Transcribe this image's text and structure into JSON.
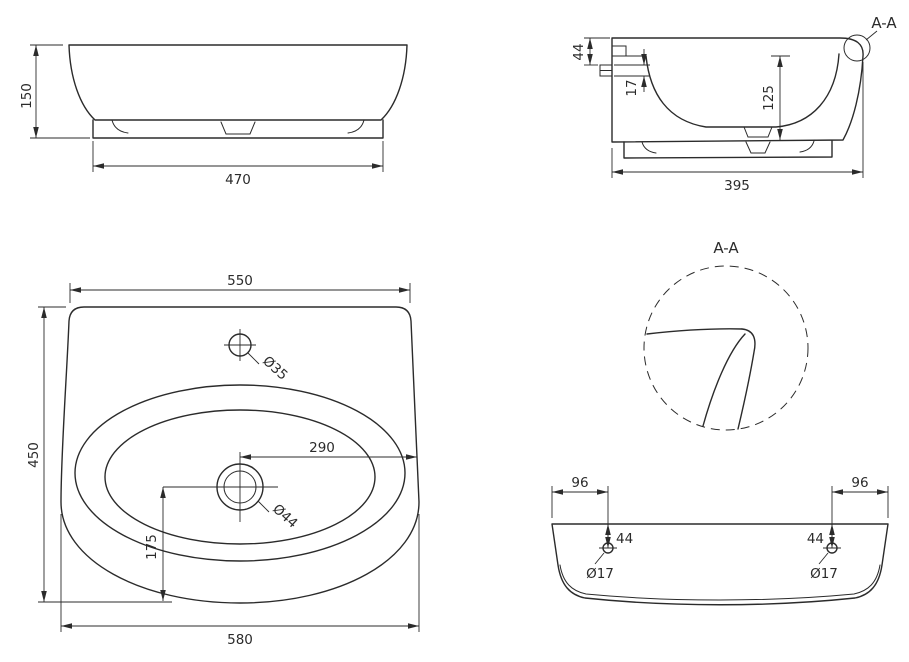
{
  "style": {
    "line_color": "#2b2b2b",
    "background": "#ffffff"
  },
  "front_view": {
    "dim_height": "150",
    "dim_base_width": "470"
  },
  "side_view": {
    "detail_label": "A-A",
    "dim_bracket": "44",
    "dim_slot": "17",
    "dim_depth": "125",
    "dim_total": "395"
  },
  "plan_view": {
    "dim_top_width": "550",
    "dim_depth": "450",
    "dim_overall_width": "580",
    "dim_center_to_edge": "290",
    "dim_drain_to_front": "175",
    "label_faucet": "Ø35",
    "label_drain": "Ø44"
  },
  "detail_view": {
    "title": "A-A"
  },
  "rear_view": {
    "dim_left_inset": "96",
    "dim_right_inset": "96",
    "dim_left_drop": "44",
    "dim_right_drop": "44",
    "label_left_hole": "Ø17",
    "label_right_hole": "Ø17"
  }
}
